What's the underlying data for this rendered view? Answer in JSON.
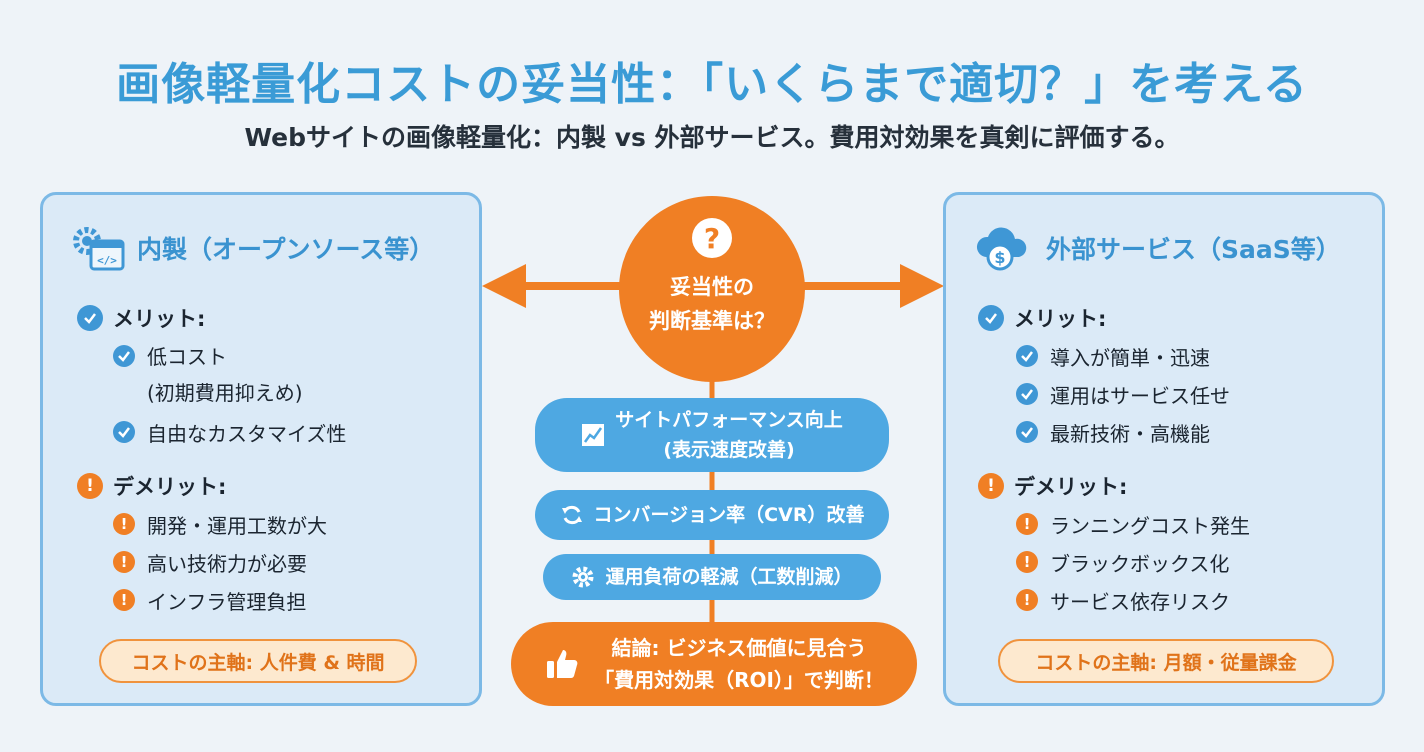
{
  "title": "画像軽量化コストの妥当性：「いくらまで適切？」を考える",
  "subtitle": "Webサイトの画像軽量化：内製 vs 外部サービス。費用対効果を真剣に評価する。",
  "left_panel": {
    "title": "内製（オープンソース等）",
    "icon": "gear-code-icon",
    "merits_heading": "メリット:",
    "merits": [
      {
        "lines": [
          "低コスト",
          "(初期費用抑えめ)"
        ]
      },
      {
        "lines": [
          "自由なカスタマイズ性"
        ]
      }
    ],
    "demerits_heading": "デメリット:",
    "demerits": [
      "開発・運用工数が大",
      "高い技術力が必要",
      "インフラ管理負担"
    ],
    "cost_label": "コストの主軸: 人件費 & 時間"
  },
  "right_panel": {
    "title": "外部サービス（SaaS等）",
    "icon": "cloud-dollar-icon",
    "merits_heading": "メリット:",
    "merits": [
      "導入が簡単・迅速",
      "運用はサービス任せ",
      "最新技術・高機能"
    ],
    "demerits_heading": "デメリット:",
    "demerits": [
      "ランニングコスト発生",
      "ブラックボックス化",
      "サービス依存リスク"
    ],
    "cost_label": "コストの主軸: 月額・従量課金"
  },
  "center": {
    "question_mark": "?",
    "question_lines": [
      "妥当性の",
      "判断基準は？"
    ],
    "criteria": [
      {
        "icon": "trend-chart-icon",
        "lines": [
          "サイトパフォーマンス向上",
          "(表示速度改善)"
        ]
      },
      {
        "icon": "refresh-icon",
        "lines": [
          "コンバージョン率（CVR）改善"
        ]
      },
      {
        "icon": "gear-icon",
        "lines": [
          "運用負荷の軽減（工数削減）"
        ]
      }
    ],
    "conclusion": {
      "icon": "thumbs-up-icon",
      "lines": [
        "結論: ビジネス価値に見合う",
        "「費用対効果（ROI）」で判断！"
      ]
    }
  },
  "colors": {
    "accent_blue": "#3a9bd6",
    "accent_orange": "#f07f24",
    "panel_bg": "#dbeaf7"
  }
}
